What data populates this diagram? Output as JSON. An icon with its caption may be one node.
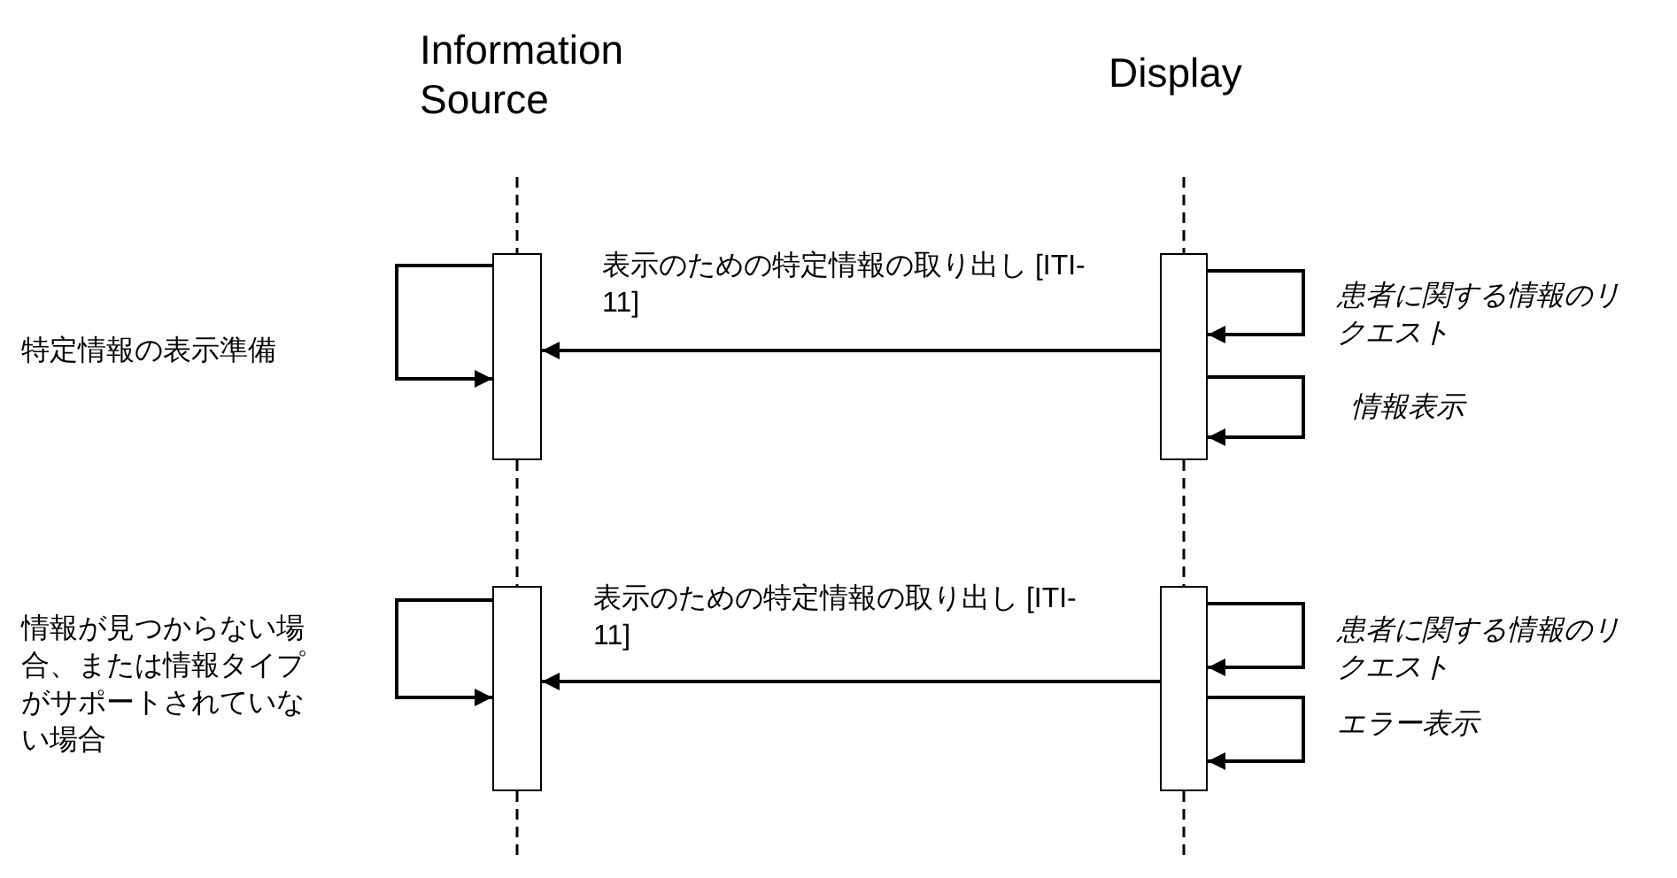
{
  "diagram": {
    "nodes": [
      {
        "text": [
          "Information Source"
        ]
      },
      {
        "text": [
          "Display"
        ]
      },
      {
        "text": [],
        "shape": "box"
      },
      {
        "text": [],
        "shape": "box"
      },
      {
        "text": [],
        "shape": "box"
      },
      {
        "text": [],
        "shape": "box"
      }
    ],
    "edges": [
      {
        "from": 3,
        "to": 2,
        "arrow": "to",
        "label": "表示のための特定情報の取り出し [ITI-11]"
      },
      {
        "from": 2,
        "to": 2,
        "arrow": "to",
        "label": "特定情報の表示準備"
      },
      {
        "from": 3,
        "to": 3,
        "arrow": "to",
        "label": "患者に関する情報のリクエスト"
      },
      {
        "from": 3,
        "to": 3,
        "arrow": "to",
        "label": "情報表示"
      },
      {
        "from": 5,
        "to": 4,
        "arrow": "to",
        "label": "表示のための特定情報の取り出し [ITI-11]"
      },
      {
        "from": 4,
        "to": 4,
        "arrow": "to",
        "label": "情報が見つからない場合、または情報タイプがサポートされていない場合"
      },
      {
        "from": 5,
        "to": 5,
        "arrow": "to",
        "label": "患者に関する情報のリクエスト"
      },
      {
        "from": 5,
        "to": 5,
        "arrow": "to",
        "label": "エラー表示"
      },
      {
        "from": null,
        "to": 2,
        "arrow": "none",
        "style": "dashed"
      },
      {
        "from": 2,
        "to": 4,
        "arrow": "none",
        "style": "dashed"
      },
      {
        "from": 4,
        "to": null,
        "arrow": "none",
        "style": "dashed"
      },
      {
        "from": null,
        "to": 3,
        "arrow": "none",
        "style": "dashed"
      },
      {
        "from": 3,
        "to": 5,
        "arrow": "none",
        "style": "dashed"
      },
      {
        "from": 5,
        "to": null,
        "arrow": "none",
        "style": "dashed"
      }
    ]
  }
}
